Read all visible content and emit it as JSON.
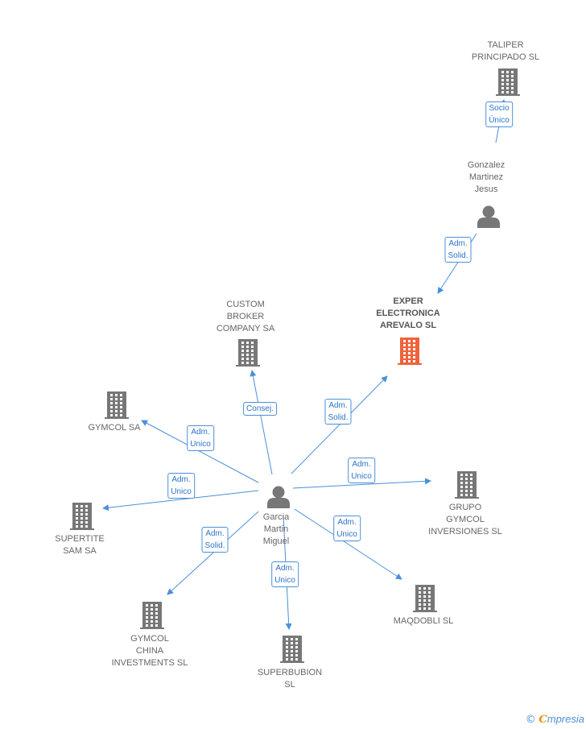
{
  "colors": {
    "edge": "#4a90d9",
    "company": "#777777",
    "person": "#777777",
    "focal": "#f0623a"
  },
  "nodes": [
    {
      "id": "taliper",
      "type": "company",
      "label": "TALIPER\nPRINCIPADO SL",
      "icon": "building-icon"
    },
    {
      "id": "gonzalez",
      "type": "person",
      "label": "Gonzalez\nMartinez\nJesus",
      "icon": "person-icon"
    },
    {
      "id": "exper",
      "type": "company",
      "focal": true,
      "label": "EXPER\nELECTRONICA\nAREVALO SL",
      "icon": "building-icon"
    },
    {
      "id": "custom",
      "type": "company",
      "label": "CUSTOM\nBROKER\nCOMPANY SA",
      "icon": "building-icon"
    },
    {
      "id": "gymcol",
      "type": "company",
      "label": "GYMCOL SA",
      "icon": "building-icon"
    },
    {
      "id": "garcia",
      "type": "person",
      "label": "Garcia\nMartin\nMiguel",
      "icon": "person-icon"
    },
    {
      "id": "supertite",
      "type": "company",
      "label": "SUPERTITE\nSAM SA",
      "icon": "building-icon"
    },
    {
      "id": "grupo",
      "type": "company",
      "label": "GRUPO\nGYMCOL\nINVERSIONES SL",
      "icon": "building-icon"
    },
    {
      "id": "gymcol_china",
      "type": "company",
      "label": "GYMCOL\nCHINA\nINVESTMENTS SL",
      "icon": "building-icon"
    },
    {
      "id": "superbubion",
      "type": "company",
      "label": "SUPERBUBION\nSL",
      "icon": "building-icon"
    },
    {
      "id": "maqdobli",
      "type": "company",
      "label": "MAQDOBLI SL",
      "icon": "building-icon"
    }
  ],
  "edges": [
    {
      "from": "gonzalez",
      "to": "taliper",
      "label": "Socio\nÚnico"
    },
    {
      "from": "gonzalez",
      "to": "exper",
      "label": "Adm.\nSolid."
    },
    {
      "from": "garcia",
      "to": "custom",
      "label": "Consej."
    },
    {
      "from": "garcia",
      "to": "exper",
      "label": "Adm.\nSolid."
    },
    {
      "from": "garcia",
      "to": "gymcol",
      "label": "Adm.\nUnico"
    },
    {
      "from": "garcia",
      "to": "supertite",
      "label": "Adm.\nUnico"
    },
    {
      "from": "garcia",
      "to": "grupo",
      "label": "Adm.\nUnico"
    },
    {
      "from": "garcia",
      "to": "gymcol_china",
      "label": "Adm.\nSolid."
    },
    {
      "from": "garcia",
      "to": "superbubion",
      "label": "Adm.\nUnico"
    },
    {
      "from": "garcia",
      "to": "maqdobli",
      "label": "Adm.\nUnico"
    }
  ],
  "footer": {
    "copyright": "©",
    "brand_first": "C",
    "brand_rest": "mpresia"
  }
}
